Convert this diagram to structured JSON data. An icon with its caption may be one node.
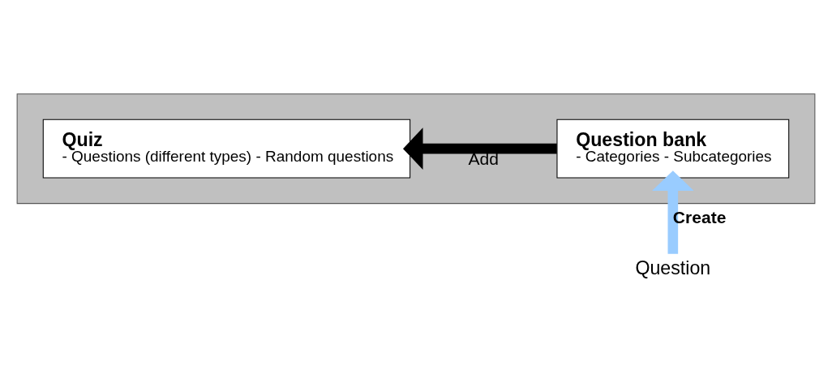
{
  "diagram": {
    "nodes": [
      {
        "text": [],
        "shape": "box"
      },
      {
        "text": [
          "Quiz",
          "- Questions (different types) - Random questions"
        ],
        "in": 0
      },
      {
        "text": [
          "Question bank",
          "- Categories - Subcategories"
        ],
        "in": 0
      },
      {
        "text": [
          "Question"
        ]
      }
    ],
    "edges": [
      {
        "from": 2,
        "to": 1,
        "arrow": "to",
        "label": "Add"
      },
      {
        "from": 3,
        "to": 2,
        "arrow": "to",
        "label": "Create",
        "color": "#99ccff"
      }
    ]
  }
}
